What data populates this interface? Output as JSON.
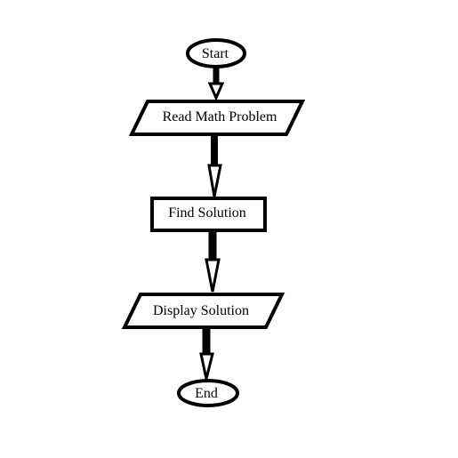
{
  "colors": {
    "background": "#ffffff",
    "stroke": "#000000"
  },
  "nodes": {
    "start": {
      "label": "Start",
      "shape": "ellipse"
    },
    "read": {
      "label": "Read Math Problem",
      "shape": "parallelogram"
    },
    "find": {
      "label": "Find Solution",
      "shape": "rectangle"
    },
    "display": {
      "label": "Display Solution",
      "shape": "parallelogram"
    },
    "end": {
      "label": "End",
      "shape": "ellipse"
    }
  }
}
